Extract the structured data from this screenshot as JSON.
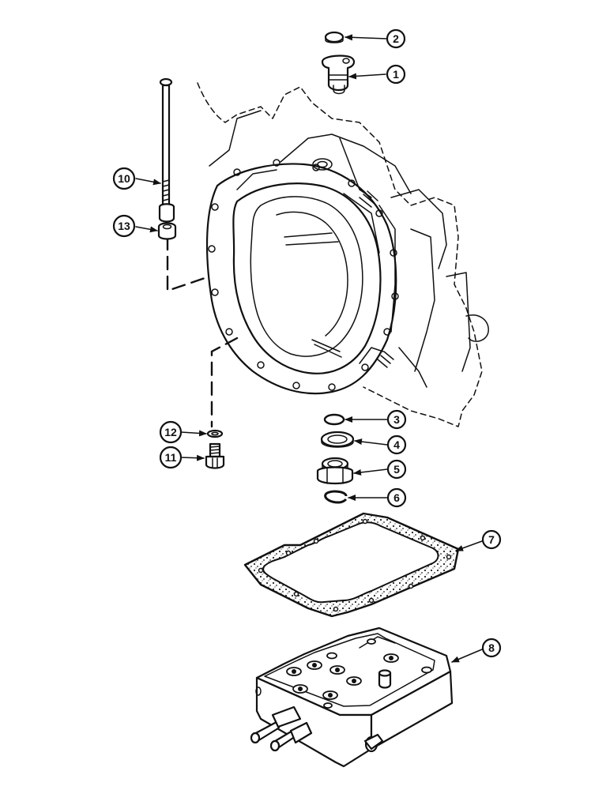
{
  "diagram": {
    "callouts": [
      {
        "id": "c1",
        "label": "1",
        "part": "fitting"
      },
      {
        "id": "c2",
        "label": "2",
        "part": "plug"
      },
      {
        "id": "c3",
        "label": "3",
        "part": "o-ring"
      },
      {
        "id": "c4",
        "label": "4",
        "part": "washer"
      },
      {
        "id": "c5",
        "label": "5",
        "part": "adapter"
      },
      {
        "id": "c6",
        "label": "6",
        "part": "snap-ring"
      },
      {
        "id": "c7",
        "label": "7",
        "part": "gasket"
      },
      {
        "id": "c8",
        "label": "8",
        "part": "valve-body"
      },
      {
        "id": "c10",
        "label": "10",
        "part": "rod"
      },
      {
        "id": "c11",
        "label": "11",
        "part": "bolt"
      },
      {
        "id": "c12",
        "label": "12",
        "part": "washer-small"
      },
      {
        "id": "c13",
        "label": "13",
        "part": "nut"
      }
    ]
  }
}
